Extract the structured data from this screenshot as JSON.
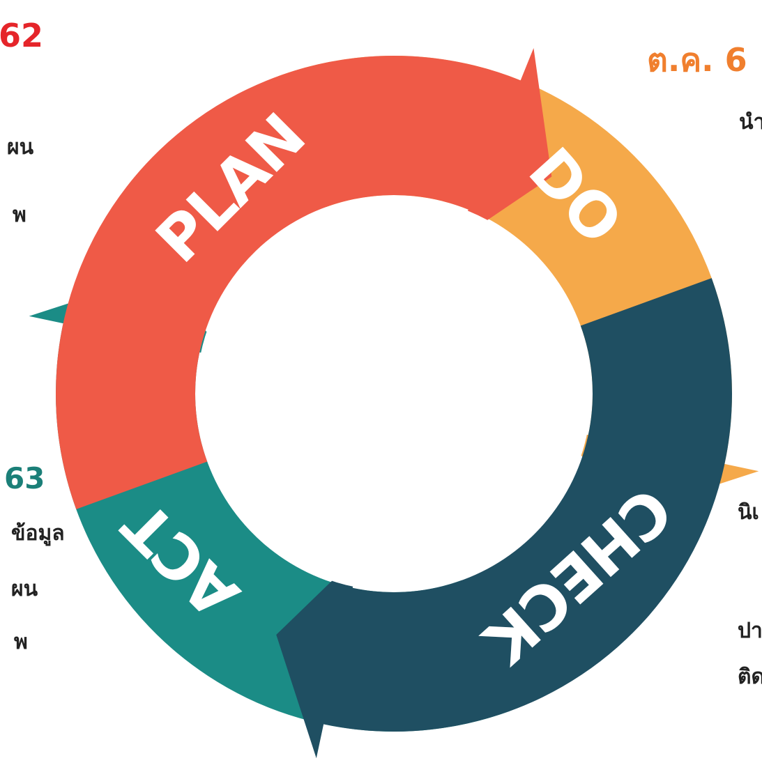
{
  "texts": {
    "top_left_year": "62",
    "top_left_line1": "ผน",
    "top_left_line2": "พ",
    "top_right_year": "ต.ค. 6",
    "top_right_line1": "นำ",
    "mid_left_year": "63",
    "mid_left_line1": "ข้อมูล",
    "mid_left_line2": "ผน",
    "mid_left_line3": "พ",
    "right_line1": "นิเ",
    "right_line2": "ปา",
    "right_line3": "ติด"
  },
  "cycle": {
    "segments": [
      {
        "id": "plan",
        "label": "PLAN",
        "color": "#ef5a47"
      },
      {
        "id": "do",
        "label": "DO",
        "color": "#f5a94a"
      },
      {
        "id": "check",
        "label": "CHECK",
        "color": "#1f4f62"
      },
      {
        "id": "act",
        "label": "ACT",
        "color": "#1b8c86"
      }
    ]
  },
  "colors": {
    "top_left_year": "#e5252a",
    "top_right_year": "#f07f2e",
    "mid_left_year": "#1b7f78"
  }
}
